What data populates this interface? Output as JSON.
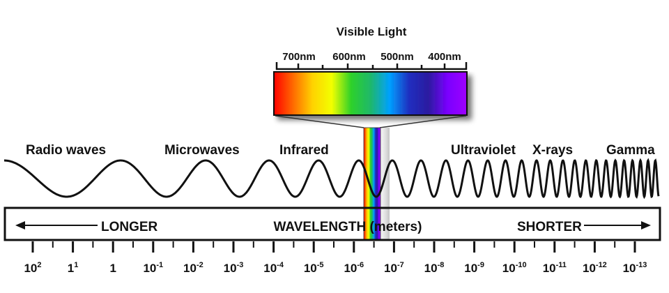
{
  "visible_light": {
    "title": "Visible Light",
    "ticks": [
      "700nm",
      "600nm",
      "500nm",
      "400nm"
    ]
  },
  "regions": [
    {
      "key": "radio",
      "label": "Radio waves"
    },
    {
      "key": "microwave",
      "label": "Microwaves"
    },
    {
      "key": "infrared",
      "label": "Infrared"
    },
    {
      "key": "ultraviolet",
      "label": "Ultraviolet"
    },
    {
      "key": "xray",
      "label": "X-rays"
    },
    {
      "key": "gamma",
      "label": "Gamma"
    }
  ],
  "axis": {
    "left_label": "LONGER",
    "center_label": "WAVELENGTH (meters)",
    "right_label": "SHORTER",
    "ticks": [
      {
        "base": "10",
        "exp": "2"
      },
      {
        "base": "1",
        "exp": "1"
      },
      {
        "base": "1",
        "exp": ""
      },
      {
        "base": "10",
        "exp": "-1"
      },
      {
        "base": "10",
        "exp": "-2"
      },
      {
        "base": "10",
        "exp": "-3"
      },
      {
        "base": "10",
        "exp": "-4"
      },
      {
        "base": "10",
        "exp": "-5"
      },
      {
        "base": "10",
        "exp": "-6"
      },
      {
        "base": "10",
        "exp": "-7"
      },
      {
        "base": "10",
        "exp": "-8"
      },
      {
        "base": "10",
        "exp": "-9"
      },
      {
        "base": "10",
        "exp": "-10"
      },
      {
        "base": "10",
        "exp": "-11"
      },
      {
        "base": "10",
        "exp": "-12"
      },
      {
        "base": "10",
        "exp": "-13"
      }
    ]
  },
  "colors": {
    "spectrum": [
      "#ff0000",
      "#ff6a00",
      "#ffd200",
      "#f2ff00",
      "#2ed12a",
      "#1fb86a",
      "#00a0ff",
      "#1f2fc0",
      "#2b1ba0",
      "#7a00ff",
      "#9e00ff"
    ],
    "wave": "#111111",
    "frame": "#111111"
  }
}
